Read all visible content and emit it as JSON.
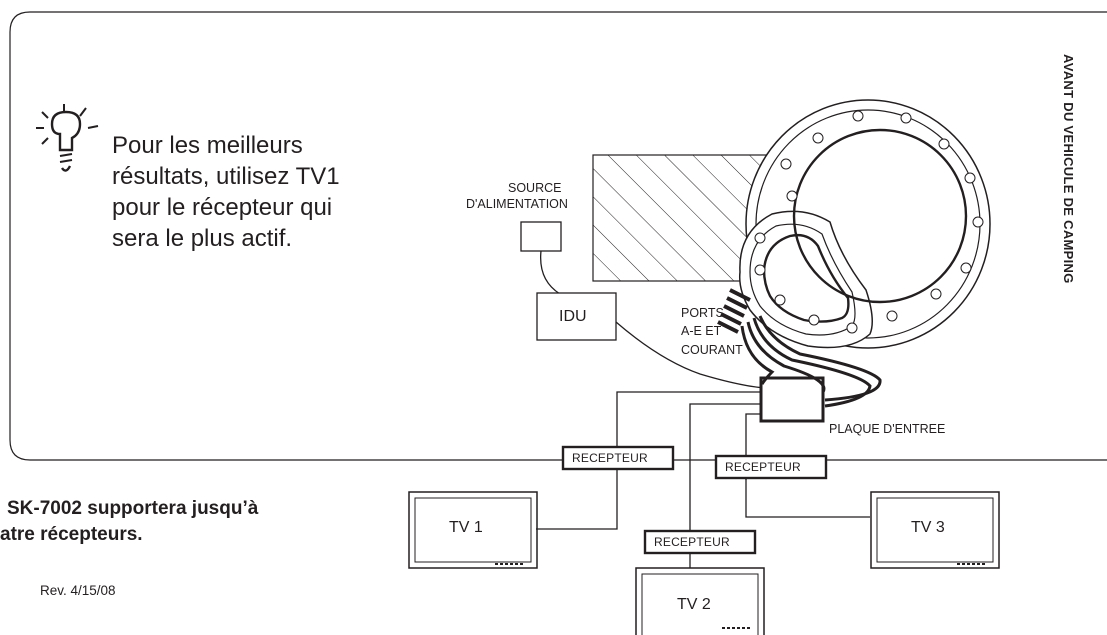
{
  "tip": {
    "lines": [
      "Pour les meilleurs",
      "résultats, utilisez TV1",
      "pour le récepteur qui",
      "sera le plus actif."
    ]
  },
  "labels": {
    "power_source_line1": "SOURCE",
    "power_source_line2": "D'ALIMENTATION",
    "idu": "IDU",
    "ports_line1": "PORTS",
    "ports_line2": "A-E ET",
    "ports_line3": "COURANT",
    "entry_plate": "PLAQUE D'ENTREE",
    "vehicle_front": "AVANT DU VEHICULE DE CAMPING",
    "receiver_1": "RECEPTEUR",
    "receiver_2": "RECEPTEUR",
    "receiver_3": "RECEPTEUR",
    "tv1": "TV 1",
    "tv2": "TV 2",
    "tv3": "TV 3"
  },
  "note": {
    "line1": "SK-7002 supportera jusqu’à",
    "line2": "atre récepteurs."
  },
  "revision": "Rev. 4/15/08",
  "colors": {
    "ink": "#231f20",
    "background": "#ffffff"
  }
}
